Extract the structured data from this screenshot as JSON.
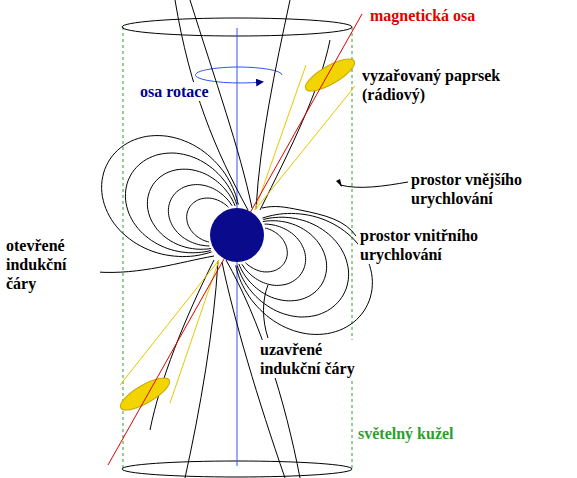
{
  "diagram": {
    "labels": [
      "magnetická osa",
      "osa rotace",
      "vyzařovaný paprsek (rádiový)",
      "prostor vnějšího urychlování",
      "prostor vnitřního urychlování",
      "otevřené indukční čáry",
      "uzavřené indukční čáry",
      "světelný kužel"
    ]
  }
}
